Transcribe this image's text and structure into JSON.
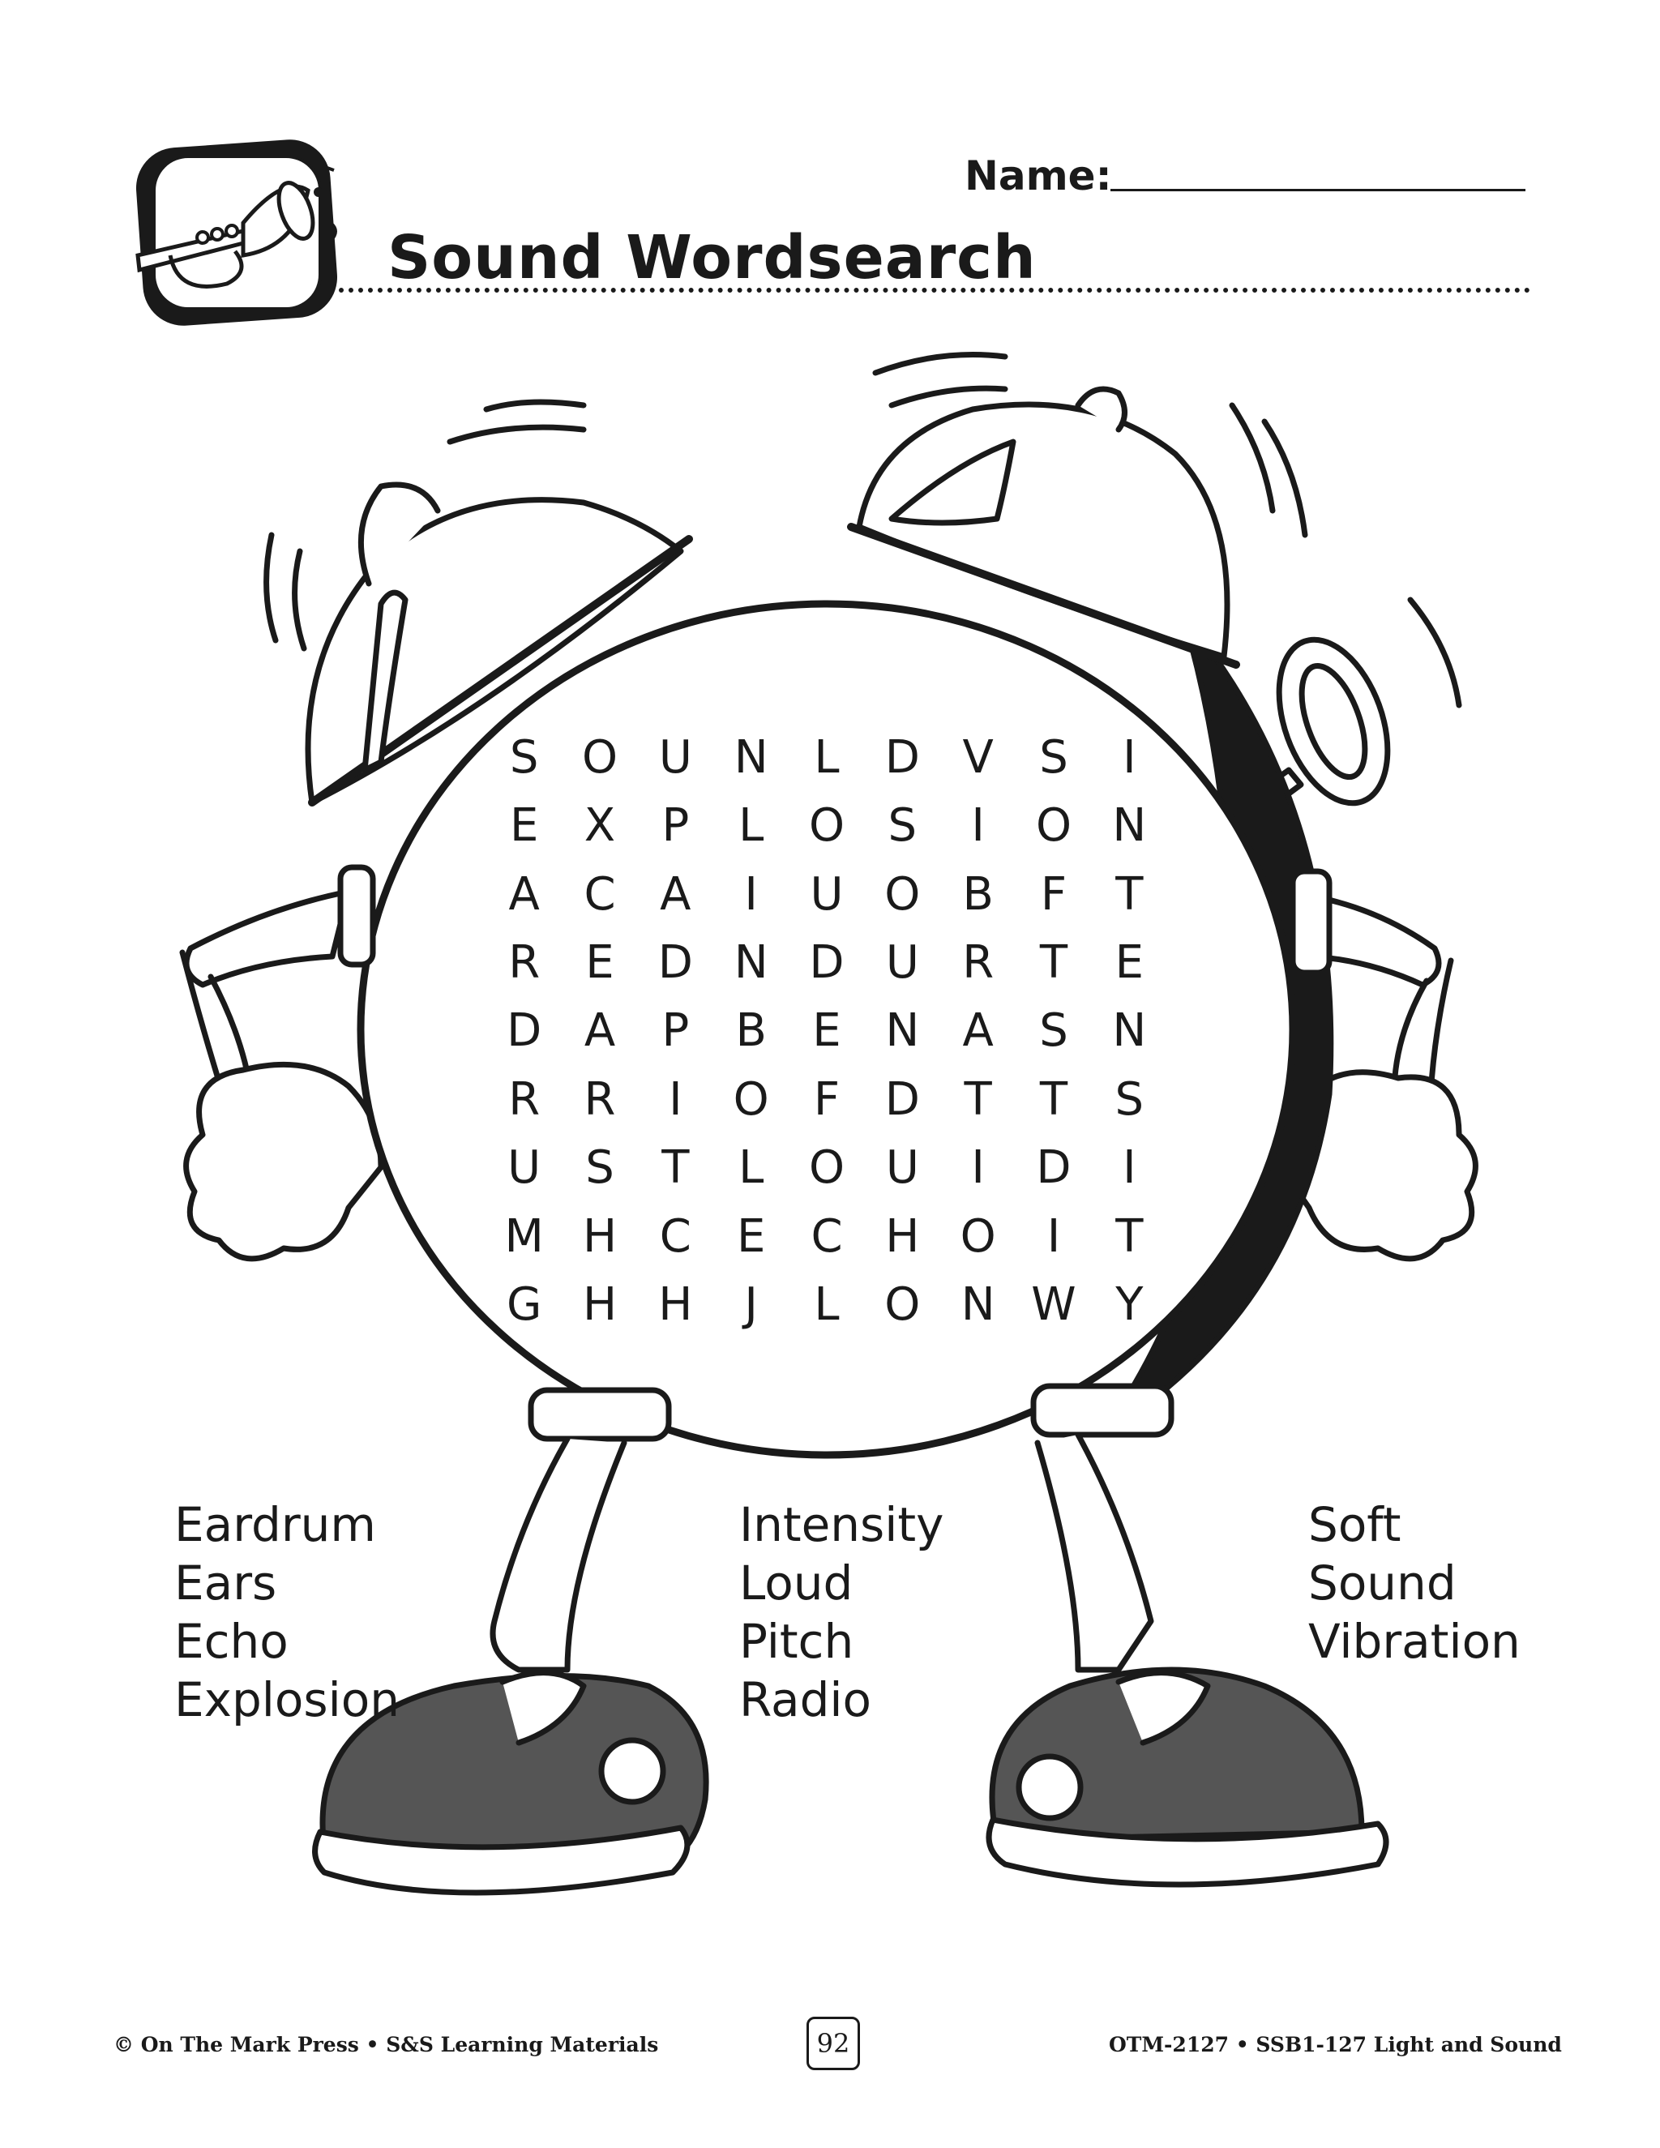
{
  "header": {
    "name_label": "Name:",
    "title": "Sound Wordsearch"
  },
  "grid": [
    [
      "S",
      "O",
      "U",
      "N",
      "L",
      "D",
      "V",
      "S",
      "I"
    ],
    [
      "E",
      "X",
      "P",
      "L",
      "O",
      "S",
      "I",
      "O",
      "N"
    ],
    [
      "A",
      "C",
      "A",
      "I",
      "U",
      "O",
      "B",
      "F",
      "T"
    ],
    [
      "R",
      "E",
      "D",
      "N",
      "D",
      "U",
      "R",
      "T",
      "E"
    ],
    [
      "D",
      "A",
      "P",
      "B",
      "E",
      "N",
      "A",
      "S",
      "N"
    ],
    [
      "R",
      "R",
      "I",
      "O",
      "F",
      "D",
      "T",
      "T",
      "S"
    ],
    [
      "U",
      "S",
      "T",
      "L",
      "O",
      "U",
      "I",
      "D",
      "I"
    ],
    [
      "M",
      "H",
      "C",
      "E",
      "C",
      "H",
      "O",
      "I",
      "T"
    ],
    [
      "G",
      "H",
      "H",
      "J",
      "L",
      "O",
      "N",
      "W",
      "Y"
    ]
  ],
  "word_lists": [
    [
      "Eardrum",
      "Ears",
      "Echo",
      "Explosion"
    ],
    [
      "Intensity",
      "Loud",
      "Pitch",
      "Radio"
    ],
    [
      "Soft",
      "Sound",
      "Vibration"
    ]
  ],
  "footer": {
    "left": "© On The Mark Press • S&S Learning Materials",
    "page_number": "92",
    "right": "OTM-2127 • SSB1-127 Light and Sound"
  }
}
